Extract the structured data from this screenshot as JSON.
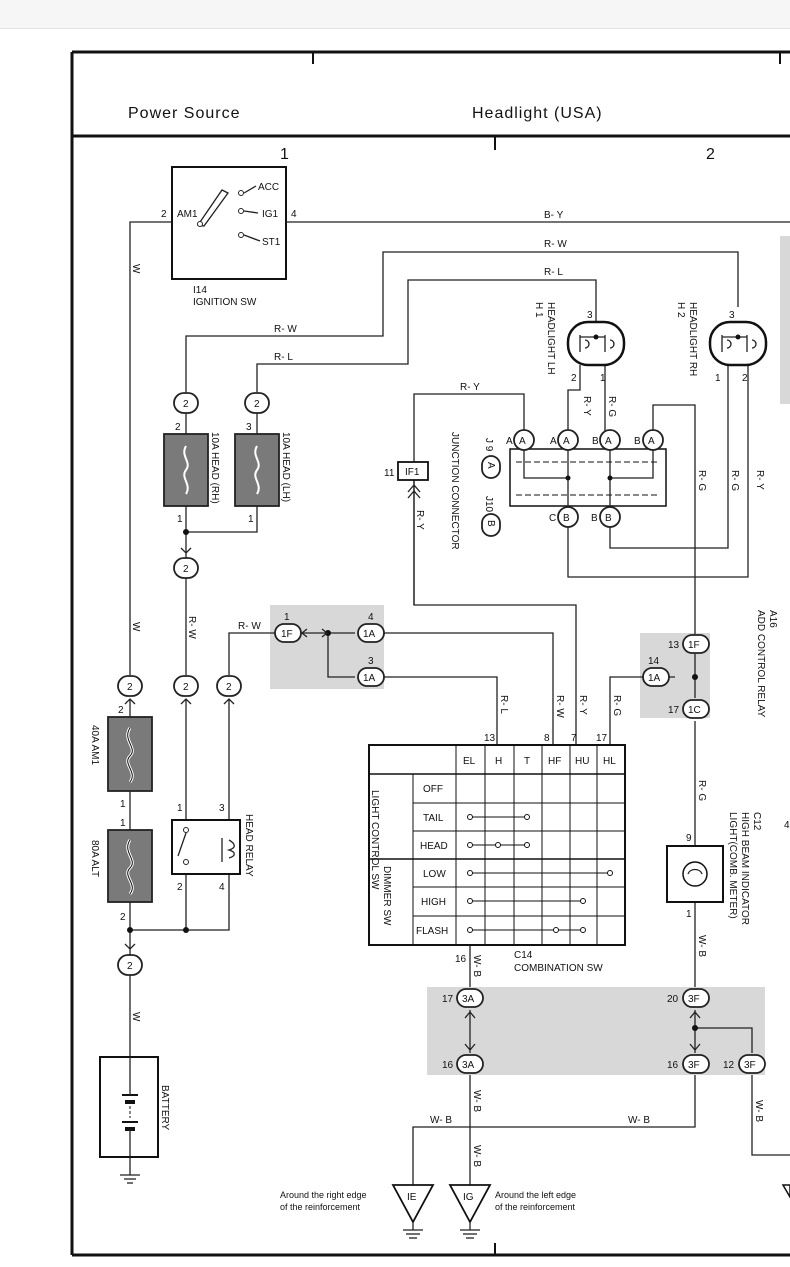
{
  "header": {
    "left_title": "Power Source",
    "center_title": "Headlight (USA)",
    "col1": "1",
    "col2": "2"
  },
  "components": {
    "ignition": {
      "code": "I14",
      "name": "IGNITION SW",
      "acc": "ACC",
      "am1": "AM1",
      "ig1": "IG1",
      "st1": "ST1",
      "pin_am1": "2",
      "pin_ig1": "4"
    },
    "fuse_rh": "10A HEAD (RH)",
    "fuse_lh": "10A HEAD (LH)",
    "fuse_am1": "40A AM1",
    "fuse_alt": "80A ALT",
    "relay": "HEAD RELAY",
    "battery": "BATTERY",
    "h1": {
      "code": "H 1",
      "name": "HEADLIGHT LH"
    },
    "h2": {
      "code": "H 2",
      "name": "HEADLIGHT RH"
    },
    "junction": {
      "code": "J 9",
      "code2": "J10",
      "name": "JUNCTION CONNECTOR"
    },
    "add_relay": {
      "code": "A16",
      "name": "ADD CONTROL RELAY"
    },
    "indicator": {
      "code": "C12",
      "name1": "HIGH BEAM INDICATOR",
      "name2": "LIGHT(COMB. METER)"
    },
    "combination": {
      "code": "C14",
      "name": "COMBINATION SW"
    },
    "ground_ie": {
      "id": "IE",
      "desc1": "Around the right edge",
      "desc2": "of the reinforcement"
    },
    "ground_ig": {
      "id": "IG",
      "desc1": "Around the left edge",
      "desc2": "of the reinforcement"
    }
  },
  "wires": {
    "by": "B- Y",
    "rw": "R- W",
    "rl": "R- L",
    "ry": "R- Y",
    "rg": "R- G",
    "w": "W",
    "wb": "W- B"
  },
  "connectors": {
    "c2": "2",
    "if1": "IF1",
    "c1f": "1F",
    "c1a": "1A",
    "c1c": "1C",
    "c3a": "3A",
    "c3f": "3F",
    "A": "A",
    "B": "B",
    "C": "C"
  },
  "switch_table": {
    "columns": [
      "EL",
      "H",
      "T",
      "HF",
      "HU",
      "HL"
    ],
    "pins": [
      "13",
      "8",
      "7",
      "17"
    ],
    "light_group": "LIGHT CONTROL SW",
    "dimmer_group": "DIMMER SW",
    "rows": [
      "OFF",
      "TAIL",
      "HEAD",
      "LOW",
      "HIGH",
      "FLASH"
    ]
  },
  "pins": {
    "p1": "1",
    "p2": "2",
    "p3": "3",
    "p4": "4",
    "p7": "7",
    "p8": "8",
    "p9": "9",
    "p11": "11",
    "p12": "12",
    "p13": "13",
    "p14": "14",
    "p16": "16",
    "p17": "17",
    "p20": "20"
  }
}
